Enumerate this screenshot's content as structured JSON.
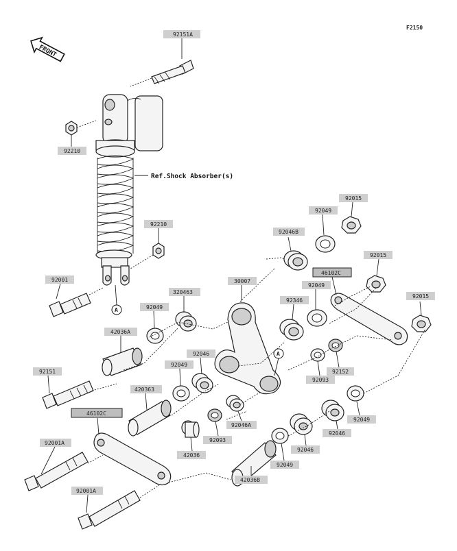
{
  "figure_code": "F2150",
  "front_label": "FRONT",
  "ref_label": "Ref.Shock Absorber(s)",
  "callout_a": "A",
  "labels": {
    "p92151A": "92151A",
    "p92210_top": "92210",
    "p92210_mid": "92210",
    "p92001": "92001",
    "p92015_top": "92015",
    "p92049_top": "92049",
    "p92046B": "92046B",
    "p92015_mid": "92015",
    "p46102C_right": "46102C",
    "p92049_mid": "92049",
    "p92015_right": "92015",
    "p320463": "320463",
    "p30007": "30007",
    "p92346": "92346",
    "p92049_left": "92049",
    "p42036A": "42036A",
    "p92049_left2": "92049",
    "p92046_center": "92046",
    "p92151": "92151",
    "p420363": "420363",
    "p46102C_left": "46102C",
    "p92093_right": "92093",
    "p92152": "92152",
    "p92049_right": "92049",
    "p92046A": "92046A",
    "p92093_center": "92093",
    "p42036": "42036",
    "p92046_lower": "92046",
    "p92046_lower2": "92046",
    "p92049_lower": "92049",
    "p92001A_top": "92001A",
    "p42036B": "42036B",
    "p92001A_bottom": "92001A"
  }
}
